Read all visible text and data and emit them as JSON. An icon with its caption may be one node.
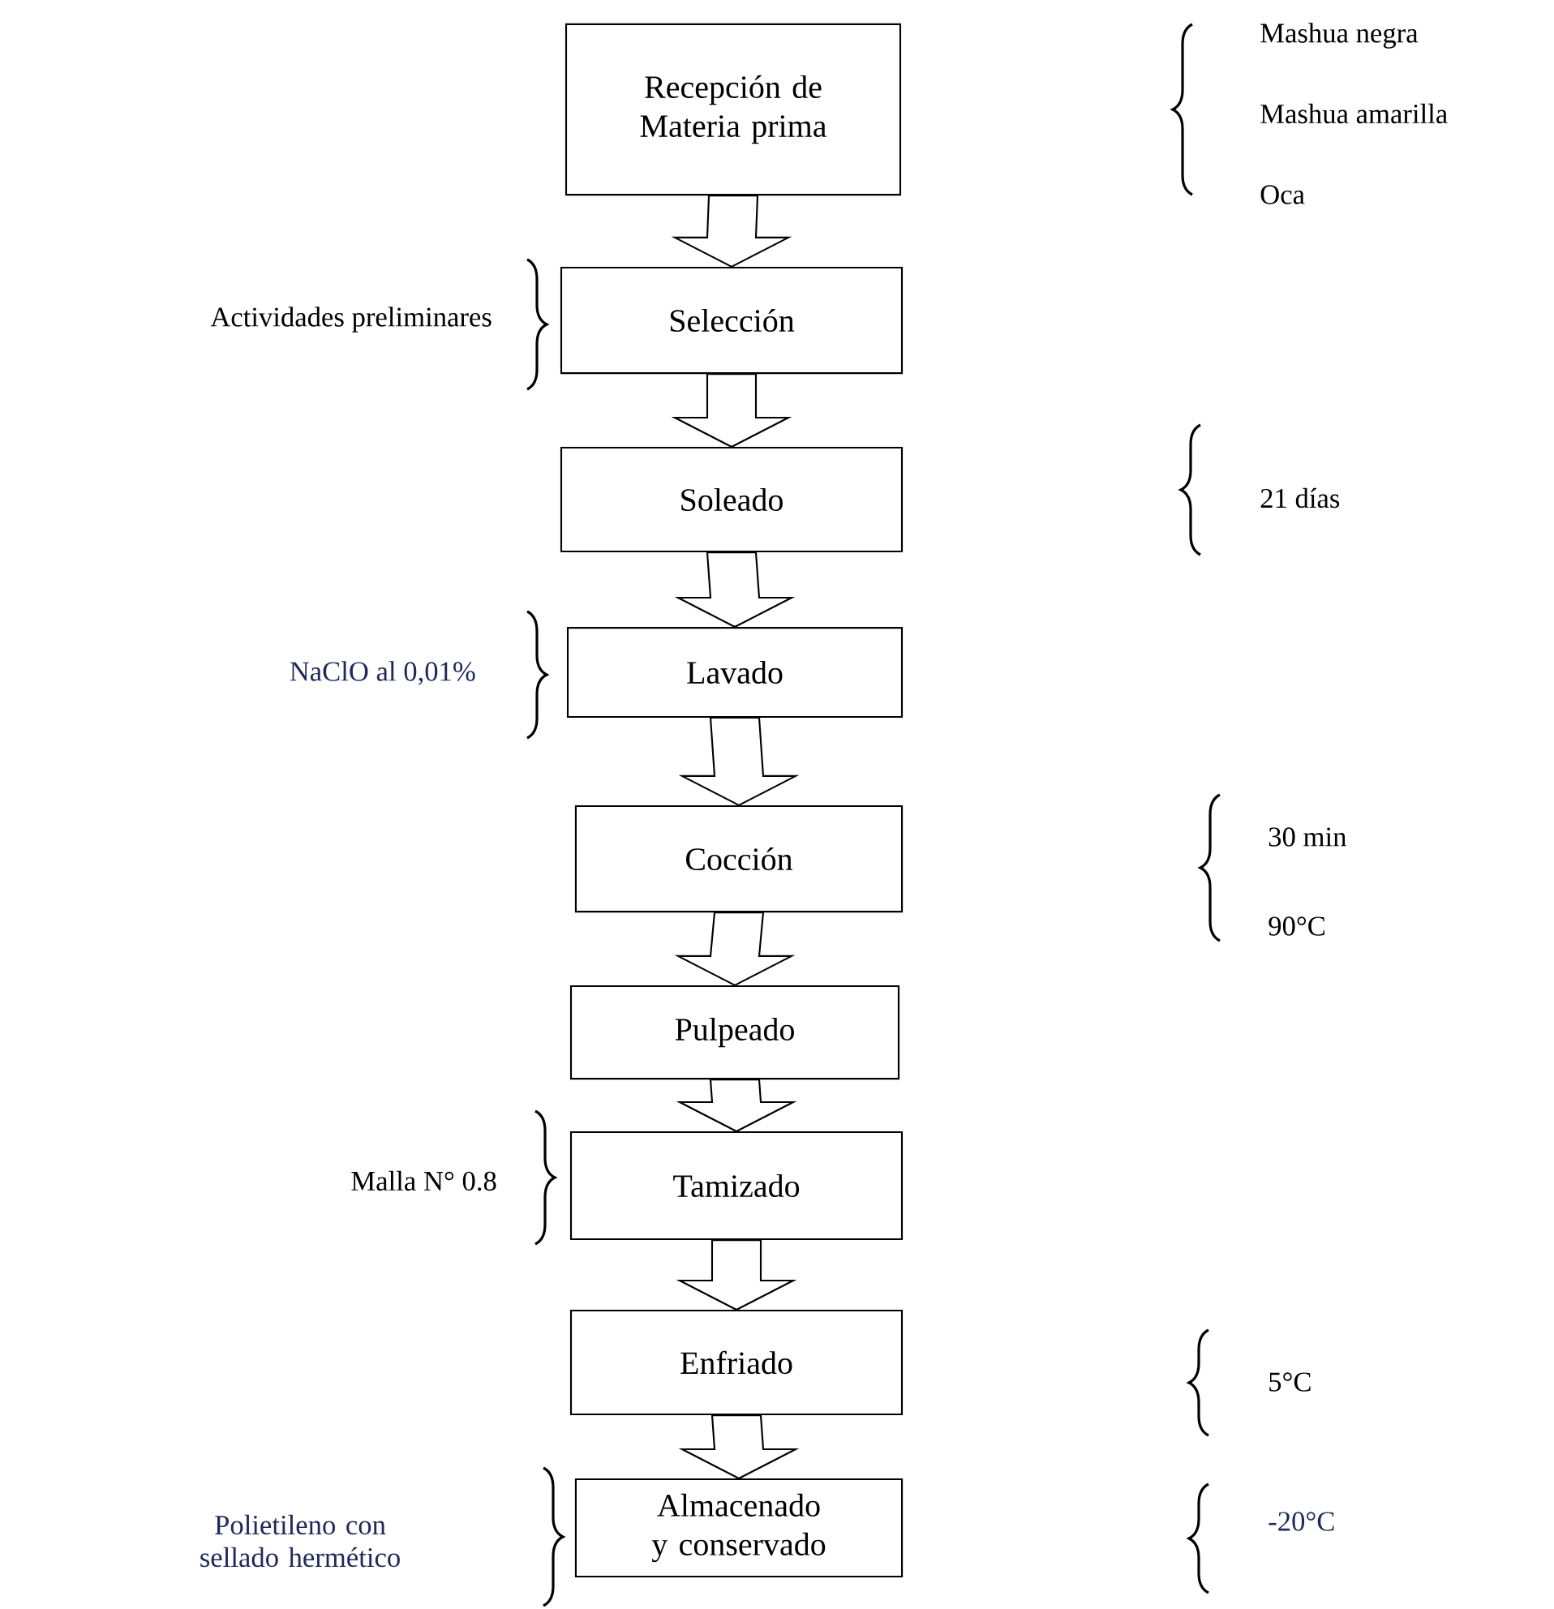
{
  "diagram": {
    "nodes": [
      {
        "text": [
          "Recepción de Materia prima"
        ]
      },
      {
        "text": [
          "Selección"
        ]
      },
      {
        "text": [
          "Soleado"
        ]
      },
      {
        "text": [
          "Lavado"
        ]
      },
      {
        "text": [
          "Cocción"
        ]
      },
      {
        "text": [
          "Pulpeado"
        ]
      },
      {
        "text": [
          "Tamizado"
        ]
      },
      {
        "text": [
          "Enfriado"
        ]
      },
      {
        "text": [
          "Almacenado y conservado"
        ]
      }
    ],
    "edges": [
      {
        "from": 0,
        "to": 1,
        "arrow": "to"
      },
      {
        "from": 1,
        "to": 2,
        "arrow": "to"
      },
      {
        "from": 2,
        "to": 3,
        "arrow": "to"
      },
      {
        "from": 3,
        "to": 4,
        "arrow": "to"
      },
      {
        "from": 4,
        "to": 5,
        "arrow": "to"
      },
      {
        "from": 5,
        "to": 6,
        "arrow": "to"
      },
      {
        "from": 6,
        "to": 7,
        "arrow": "to"
      },
      {
        "from": 7,
        "to": 8,
        "arrow": "to"
      }
    ],
    "labels": [
      "Mashua negra",
      "Mashua amarilla",
      "Oca",
      "Actividades preliminares",
      "21 días",
      "NaClO al 0,01%",
      "30 min",
      "90°C",
      "Malla N° 0.8",
      "5°C",
      "Polietileno con sellado hermético",
      "-20°C"
    ]
  }
}
